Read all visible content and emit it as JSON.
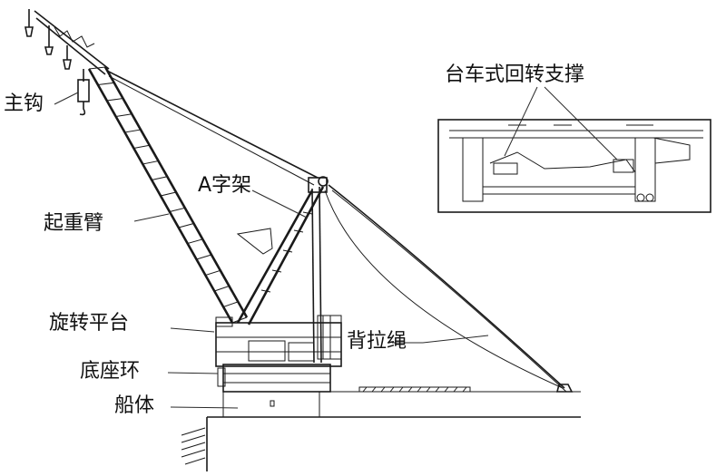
{
  "labels": {
    "main_hook": "主钩",
    "boom": "起重臂",
    "a_frame": "A字架",
    "slewing_platform": "旋转平台",
    "base_ring": "底座环",
    "hull": "船体",
    "back_stay": "背拉绳",
    "trolley_slewing_support": "台车式回转支撑"
  },
  "colors": {
    "ink": "#1a1a1a",
    "background": "#ffffff"
  }
}
